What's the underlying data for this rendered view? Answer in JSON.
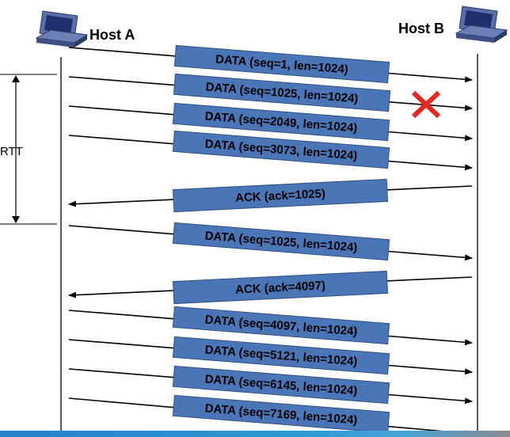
{
  "hosts": {
    "a": {
      "label": "Host A",
      "icon": "computer-icon"
    },
    "b": {
      "label": "Host B",
      "icon": "computer-icon"
    }
  },
  "rtt_label": "RTT",
  "colors": {
    "segment_fill": "#4a76b8",
    "segment_stroke": "#2f4f7f",
    "loss_mark": "#e8281e",
    "line": "#000000"
  },
  "loss_icon": "cross-icon",
  "segments": [
    {
      "label": "DATA (seq=1, len=1024)",
      "direction": "A-to-B",
      "lost": false
    },
    {
      "label": "DATA (seq=1025, len=1024)",
      "direction": "A-to-B",
      "lost": true
    },
    {
      "label": "DATA (seq=2049, len=1024)",
      "direction": "A-to-B",
      "lost": false
    },
    {
      "label": "DATA (seq=3073, len=1024)",
      "direction": "A-to-B",
      "lost": false
    },
    {
      "label": "ACK (ack=1025)",
      "direction": "B-to-A",
      "lost": false
    },
    {
      "label": "DATA (seq=1025, len=1024)",
      "direction": "A-to-B",
      "lost": false
    },
    {
      "label": "ACK (ack=4097)",
      "direction": "B-to-A",
      "lost": false
    },
    {
      "label": "DATA (seq=4097, len=1024)",
      "direction": "A-to-B",
      "lost": false
    },
    {
      "label": "DATA (seq=5121, len=1024)",
      "direction": "A-to-B",
      "lost": false
    },
    {
      "label": "DATA (seq=6145, len=1024)",
      "direction": "A-to-B",
      "lost": false
    },
    {
      "label": "DATA (seq=7169, len=1024)",
      "direction": "A-to-B",
      "lost": false
    }
  ]
}
